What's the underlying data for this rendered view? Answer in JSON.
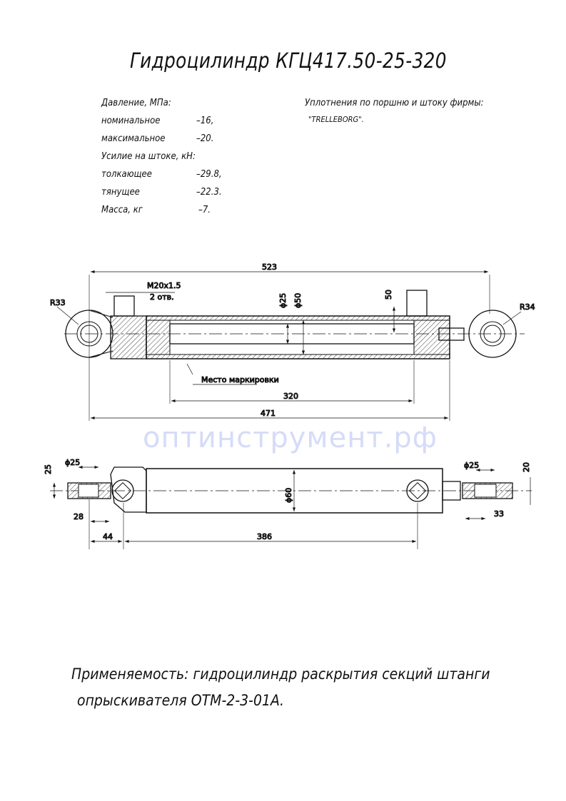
{
  "title": "Гидроцилиндр КГЦ417.50-25-320",
  "specs": {
    "pressure_header": "Давление, МПа:",
    "nominal_label": "номинальное",
    "nominal_value": "–16,",
    "max_label": "максимальное",
    "max_value": "–20.",
    "force_header": "Усилие на штоке, кН:",
    "push_label": "толкающее",
    "push_value": "–29.8,",
    "pull_label": "тянущее",
    "pull_value": "–22.3.",
    "mass_label": "Масса, кг",
    "mass_value": "–7."
  },
  "seals": {
    "line1": "Уплотнения по поршню и штоку фирмы:",
    "line2": "\"TRELLEBORG\"."
  },
  "top_view": {
    "dim_overall": "523",
    "dim_body": "471",
    "dim_stroke": "320",
    "thread": "M20x1.5",
    "thread_count": "2 отв.",
    "d_rod": "ϕ25",
    "d_bore": "ϕ50",
    "dim_port": "50",
    "r_left": "R33",
    "r_right": "R34",
    "marking": "Место маркировки"
  },
  "side_view": {
    "d_left": "ϕ25",
    "d_right": "ϕ25",
    "d_tube": "ϕ60",
    "dim_25": "25",
    "dim_20": "20",
    "dim_28": "28",
    "dim_33": "33",
    "dim_44": "44",
    "dim_386": "386"
  },
  "watermark": "оптинструмент.рф",
  "footer": {
    "line1": "Применяемость: гидроцилиндр раскрытия секций штанги",
    "line2": "опрыскивателя ОТМ-2-3-01А."
  }
}
